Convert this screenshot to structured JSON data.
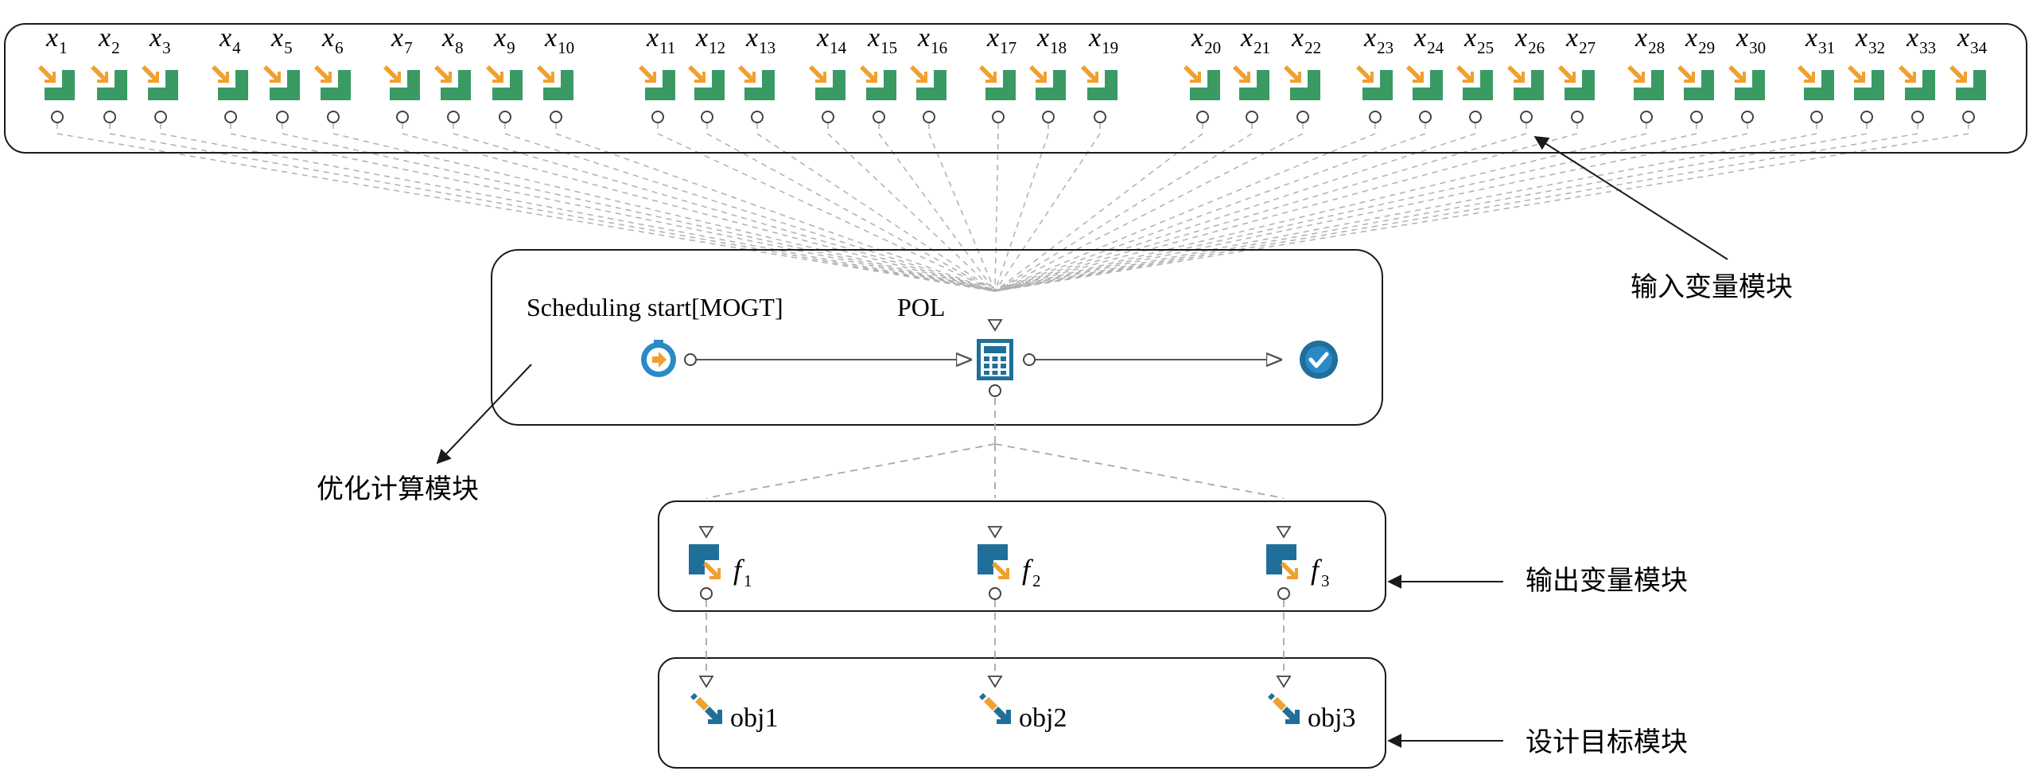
{
  "input_module": {
    "variables": [
      {
        "symbol": "x",
        "index": "1"
      },
      {
        "symbol": "x",
        "index": "2"
      },
      {
        "symbol": "x",
        "index": "3"
      },
      {
        "symbol": "x",
        "index": "4"
      },
      {
        "symbol": "x",
        "index": "5"
      },
      {
        "symbol": "x",
        "index": "6"
      },
      {
        "symbol": "x",
        "index": "7"
      },
      {
        "symbol": "x",
        "index": "8"
      },
      {
        "symbol": "x",
        "index": "9"
      },
      {
        "symbol": "x",
        "index": "10"
      },
      {
        "symbol": "x",
        "index": "11"
      },
      {
        "symbol": "x",
        "index": "12"
      },
      {
        "symbol": "x",
        "index": "13"
      },
      {
        "symbol": "x",
        "index": "14"
      },
      {
        "symbol": "x",
        "index": "15"
      },
      {
        "symbol": "x",
        "index": "16"
      },
      {
        "symbol": "x",
        "index": "17"
      },
      {
        "symbol": "x",
        "index": "18"
      },
      {
        "symbol": "x",
        "index": "19"
      },
      {
        "symbol": "x",
        "index": "20"
      },
      {
        "symbol": "x",
        "index": "21"
      },
      {
        "symbol": "x",
        "index": "22"
      },
      {
        "symbol": "x",
        "index": "23"
      },
      {
        "symbol": "x",
        "index": "24"
      },
      {
        "symbol": "x",
        "index": "25"
      },
      {
        "symbol": "x",
        "index": "26"
      },
      {
        "symbol": "x",
        "index": "27"
      },
      {
        "symbol": "x",
        "index": "28"
      },
      {
        "symbol": "x",
        "index": "29"
      },
      {
        "symbol": "x",
        "index": "30"
      },
      {
        "symbol": "x",
        "index": "31"
      },
      {
        "symbol": "x",
        "index": "32"
      },
      {
        "symbol": "x",
        "index": "33"
      },
      {
        "symbol": "x",
        "index": "34"
      }
    ],
    "annotation": "输入变量模块"
  },
  "optimization_module": {
    "start_label": "Scheduling start[MOGT]",
    "component_label": "POL",
    "annotation": "优化计算模块"
  },
  "output_module": {
    "outputs": [
      {
        "symbol": "f",
        "index": "1"
      },
      {
        "symbol": "f",
        "index": "2"
      },
      {
        "symbol": "f",
        "index": "3"
      }
    ],
    "annotation": "输出变量模块"
  },
  "objective_module": {
    "objectives": [
      "obj1",
      "obj2",
      "obj3"
    ],
    "annotation": "设计目标模块"
  },
  "colors": {
    "input_green": "#3a9a64",
    "arrow_orange": "#f0a030",
    "module_blue": "#1f6f9a",
    "start_blue": "#2a8ac8",
    "line_gray": "#9a9a9a",
    "border": "#1a1a1a"
  },
  "icons": {
    "input": "input-variable-icon",
    "start": "scheduling-start-icon",
    "calculator": "calculator-icon",
    "end": "check-circle-icon",
    "output": "output-variable-icon",
    "objective": "objective-icon"
  }
}
